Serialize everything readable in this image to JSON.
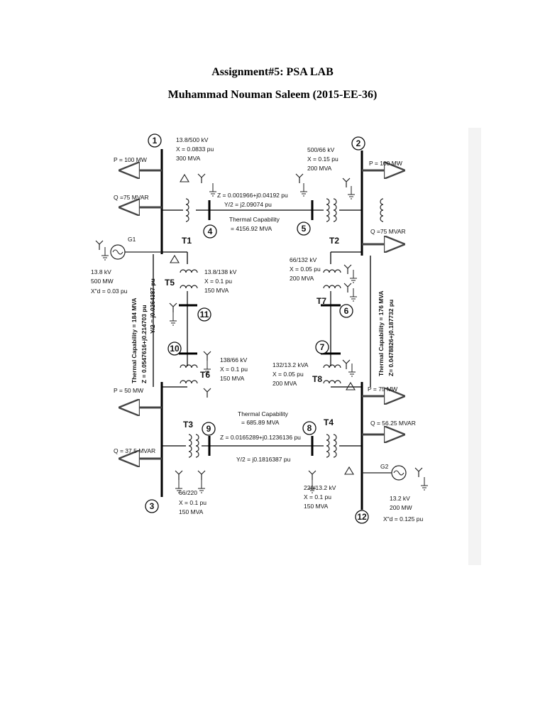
{
  "header": {
    "title": "Assignment#5: PSA LAB",
    "author": "Muhammad Nouman Saleem (2015-EE-36)"
  },
  "diagram": {
    "buses": [
      "1",
      "2",
      "3",
      "4",
      "5",
      "6",
      "7",
      "8",
      "9",
      "10",
      "11",
      "12"
    ],
    "transformers": [
      "T1",
      "T2",
      "T3",
      "T4",
      "T5",
      "T6",
      "T7",
      "T8"
    ],
    "generators": [
      "G1",
      "G2"
    ],
    "labels": {
      "t1_1": "13.8/500 kV",
      "t1_2": "X = 0.0833 pu",
      "t1_3": "300 MVA",
      "t2_1": "500/66 kV",
      "t2_2": "X = 0.15 pu",
      "t2_3": "200 MVA",
      "load1_p": "P = 100 MW",
      "load1_q": "Q =75 MVAR",
      "load2_p": "P = 100 MW",
      "load2_q": "Q =75 MVAR",
      "line45_z": "Z = 0.001966+j0.04192 pu",
      "line45_y": "Y/2 = j2.09074 pu",
      "line45_th1": "Thermal Capability",
      "line45_th2": "= 4156.92 MVA",
      "g1_1": "13.8 kV",
      "g1_2": "500 MW",
      "g1_3": "X\"d = 0.03 pu",
      "t5_1": "13.8/138 kV",
      "t5_2": "X = 0.1 pu",
      "t5_3": "150 MVA",
      "t7_1": "66/132 kV",
      "t7_2": "X = 0.05 pu",
      "t7_3": "200 MVA",
      "left_th": "Thermal Capability = 184 MVA",
      "left_z": "Z = 0.0547616+j0.214703 pu",
      "left_y": "Y/2 = j0.0264387 pu",
      "right_th": "Thermal Capability = 176 MVA",
      "right_z": "Z= 0.0478826+j0.187732 pu",
      "t6_1": "138/66 kV",
      "t6_2": "X = 0.1 pu",
      "t6_3": "150 MVA",
      "t8_1": "132/13.2 kVA",
      "t8_2": "X = 0.05 pu",
      "t8_3": "200 MVA",
      "load3_p": "P = 50 MW",
      "load3_q": "Q = 37.5 MVAR",
      "load12_p": "P = 75 MW",
      "load12_q": "Q = 56.25 MVAR",
      "line89_th1": "Thermal Capability",
      "line89_th2": "= 685.89 MVA",
      "line89_z": "Z = 0.0165289+j0.1236136 pu",
      "line89_y": "Y/2 = j0.1816387 pu",
      "t3_1": "66/220",
      "t3_2": "X = 0.1 pu",
      "t3_3": "150 MVA",
      "t4_1": "220/13.2 kV",
      "t4_2": "X = 0.1 pu",
      "t4_3": "150 MVA",
      "g2_1": "13.2 kV",
      "g2_2": "200 MW",
      "g2_3": "X\"d = 0.125 pu"
    }
  }
}
